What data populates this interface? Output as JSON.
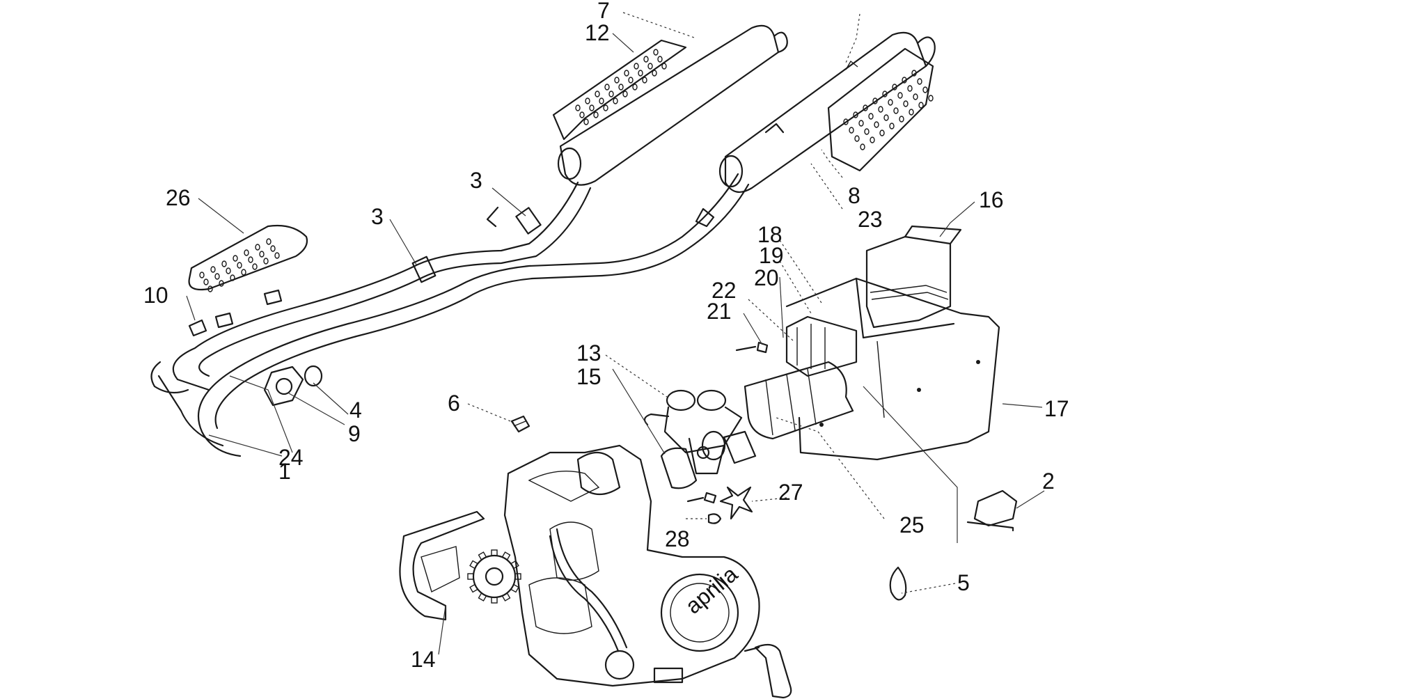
{
  "callouts": [
    {
      "id": "c1",
      "text": "1"
    },
    {
      "id": "c2",
      "text": "2"
    },
    {
      "id": "c3a",
      "text": "3"
    },
    {
      "id": "c3b",
      "text": "3"
    },
    {
      "id": "c4",
      "text": "4"
    },
    {
      "id": "c5",
      "text": "5"
    },
    {
      "id": "c6",
      "text": "6"
    },
    {
      "id": "c7",
      "text": "7"
    },
    {
      "id": "c8",
      "text": "8"
    },
    {
      "id": "c9",
      "text": "9"
    },
    {
      "id": "c10",
      "text": "10"
    },
    {
      "id": "c12",
      "text": "12"
    },
    {
      "id": "c13",
      "text": "13"
    },
    {
      "id": "c14",
      "text": "14"
    },
    {
      "id": "c15",
      "text": "15"
    },
    {
      "id": "c16",
      "text": "16"
    },
    {
      "id": "c17",
      "text": "17"
    },
    {
      "id": "c18",
      "text": "18"
    },
    {
      "id": "c19",
      "text": "19"
    },
    {
      "id": "c20",
      "text": "20"
    },
    {
      "id": "c21",
      "text": "21"
    },
    {
      "id": "c22",
      "text": "22"
    },
    {
      "id": "c23",
      "text": "23"
    },
    {
      "id": "c24",
      "text": "24"
    },
    {
      "id": "c25",
      "text": "25"
    },
    {
      "id": "c26",
      "text": "26"
    },
    {
      "id": "c27",
      "text": "27"
    },
    {
      "id": "c28",
      "text": "28"
    }
  ],
  "logo_text": "aprilia"
}
